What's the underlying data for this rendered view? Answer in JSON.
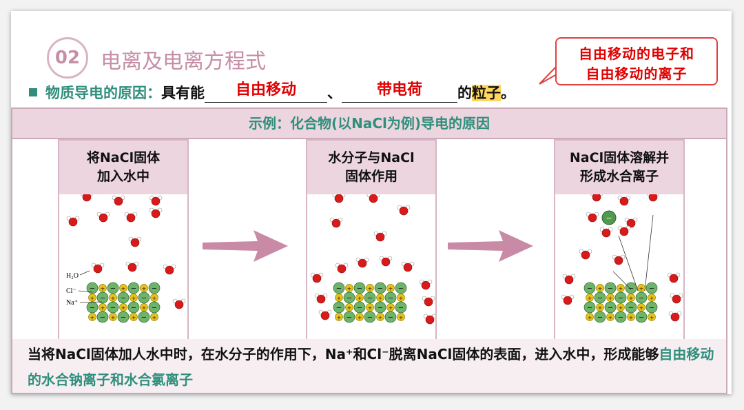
{
  "section": {
    "number": "02",
    "title": "电离及电离方程式"
  },
  "callout": {
    "line1": "自由移动的电子和",
    "line2": "自由移动的离子"
  },
  "reason": {
    "label": "物质导电的原因：",
    "prefix": "具有能",
    "answer1": "自由移动",
    "separator": "、",
    "answer2": "带电荷",
    "suffix_before": "的",
    "highlight": "粒子",
    "period": "。"
  },
  "example": {
    "header": "示例：化合物(以NaCl为例)导电的原因",
    "stages": [
      {
        "title": "将NaCl固体\n加入水中"
      },
      {
        "title": "水分子与NaCl\n固体作用"
      },
      {
        "title": "NaCl固体溶解并\n形成水合离子"
      }
    ],
    "labels": {
      "water": "H₂O",
      "chloride": "Cl⁻",
      "sodium": "Na⁺"
    }
  },
  "conclusion": {
    "text": "当将NaCl固体加人水中时，在水分子的作用下，Na⁺和Cl⁻脱离NaCl固体的表面，进入水中，形成能够",
    "emphasis": "自由移动的水合钠离子和水合氯离子"
  },
  "colors": {
    "accent": "#c68ea7",
    "teal": "#2f8f7c",
    "red": "#e00000",
    "highlight": "#ffd75e"
  }
}
